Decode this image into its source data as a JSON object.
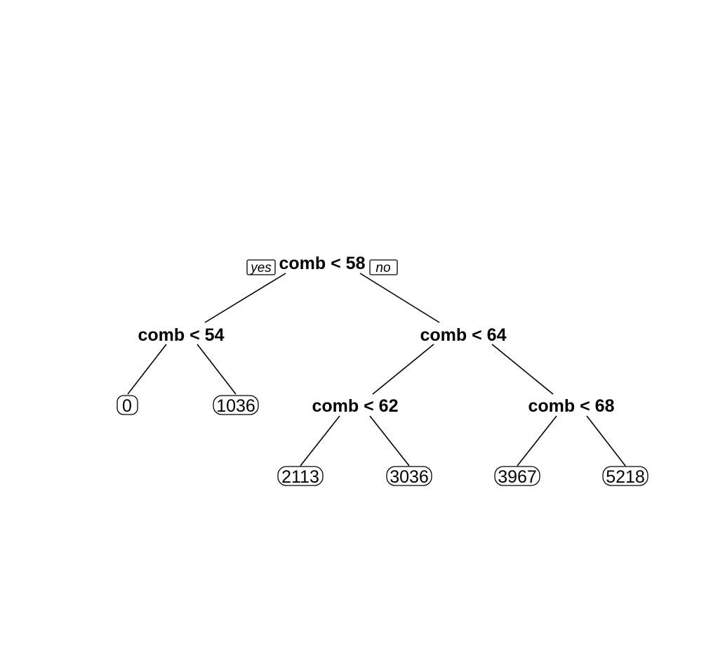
{
  "tree": {
    "branch_labels": {
      "yes": "yes",
      "no": "no"
    },
    "root": {
      "label": "comb < 58"
    },
    "left_split": {
      "label": "comb < 54"
    },
    "right_split": {
      "label": "comb < 64"
    },
    "right_left_split": {
      "label": "comb < 62"
    },
    "right_right_split": {
      "label": "comb < 68"
    },
    "leaves": [
      "0",
      "1036",
      "2113",
      "3036",
      "3967",
      "5218"
    ]
  }
}
